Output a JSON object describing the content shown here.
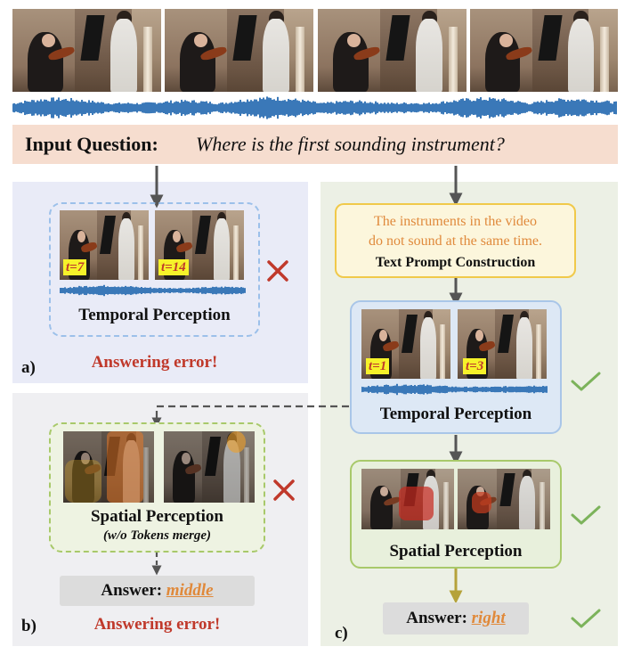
{
  "question": {
    "label": "Input Question:",
    "text": "Where is the first sounding instrument?"
  },
  "panel_a": {
    "tag": "a)",
    "tags": [
      "t=7",
      "t=14"
    ],
    "module_label": "Temporal Perception",
    "error": "Answering error!"
  },
  "panel_b": {
    "tag": "b)",
    "module_label": "Spatial Perception",
    "module_sublabel": "(w/o Tokens merge)",
    "answer_prefix": "Answer:",
    "answer_word": "middle",
    "error": "Answering error!"
  },
  "panel_c": {
    "tag": "c)",
    "prompt_line1": "The instruments in the video",
    "prompt_line2": "do not sound at the same time.",
    "prompt_title": "Text Prompt Construction",
    "tags": [
      "t=1",
      "t=3"
    ],
    "temporal_label": "Temporal Perception",
    "spatial_label": "Spatial Perception",
    "answer_prefix": "Answer:",
    "answer_word": "right"
  },
  "colors": {
    "cross": "#c0392b",
    "check": "#7cb35b",
    "waveform": "#3a78b8",
    "prompt_text": "#e08a3c"
  }
}
